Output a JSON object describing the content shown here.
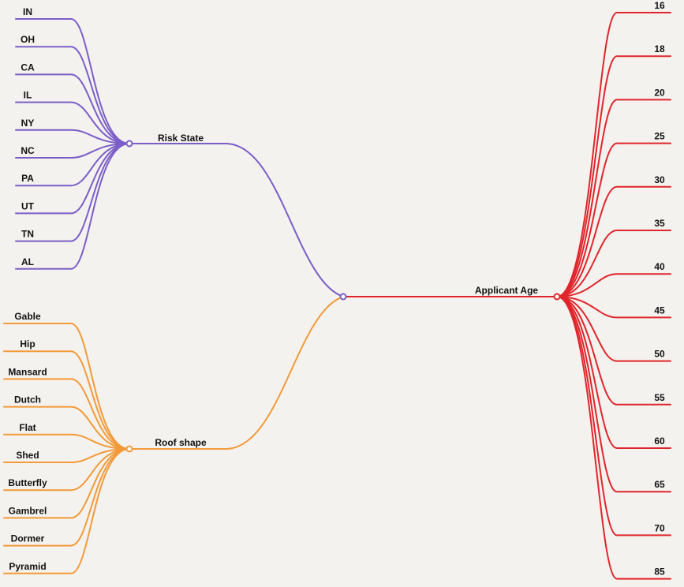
{
  "colors": {
    "background": "#f4f2ee",
    "risk_state": "#7b5ec7",
    "roof_shape": "#f29a38",
    "applicant_age": "#e0252c"
  },
  "branches": {
    "risk_state": {
      "label": "Risk State",
      "children": [
        "IN",
        "OH",
        "CA",
        "IL",
        "NY",
        "NC",
        "PA",
        "UT",
        "TN",
        "AL"
      ]
    },
    "roof_shape": {
      "label": "Roof shape",
      "children": [
        "Gable",
        "Hip",
        "Mansard",
        "Dutch",
        "Flat",
        "Shed",
        "Butterfly",
        "Gambrel",
        "Dormer",
        "Pyramid"
      ]
    },
    "applicant_age": {
      "label": "Applicant Age",
      "children": [
        "16",
        "18",
        "20",
        "25",
        "30",
        "35",
        "40",
        "45",
        "50",
        "55",
        "60",
        "65",
        "70",
        "85"
      ]
    }
  }
}
